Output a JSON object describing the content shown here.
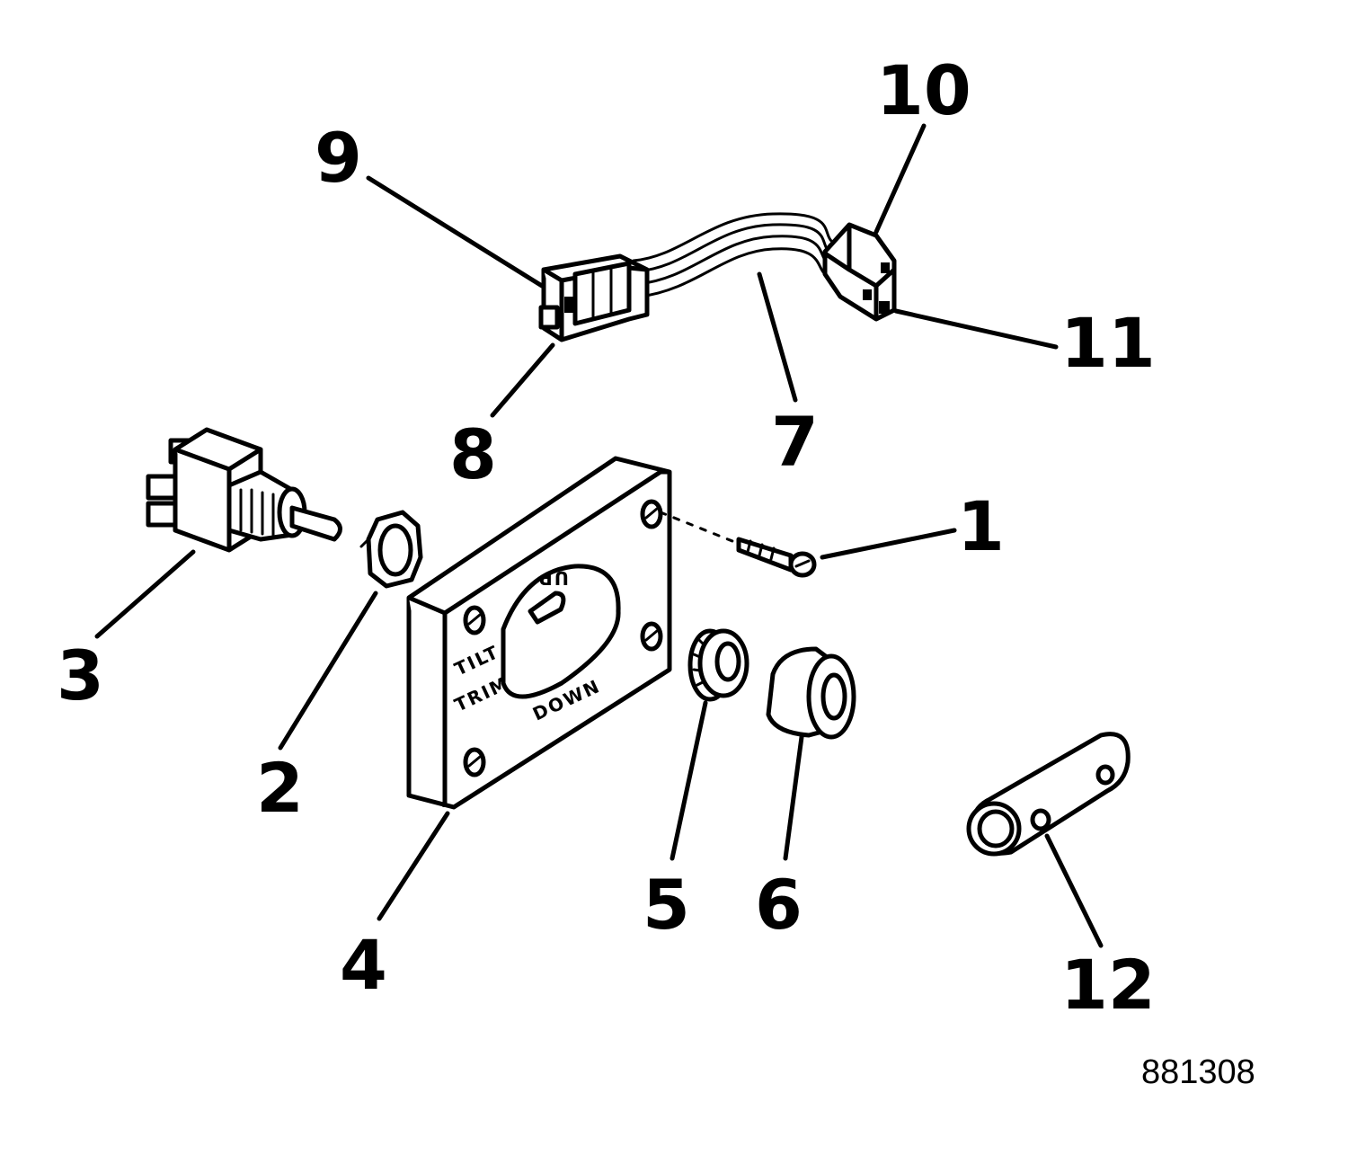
{
  "callouts": [
    {
      "id": "1",
      "text": "1"
    },
    {
      "id": "2",
      "text": "2"
    },
    {
      "id": "3",
      "text": "3"
    },
    {
      "id": "4",
      "text": "4"
    },
    {
      "id": "5",
      "text": "5"
    },
    {
      "id": "6",
      "text": "6"
    },
    {
      "id": "7",
      "text": "7"
    },
    {
      "id": "8",
      "text": "8"
    },
    {
      "id": "9",
      "text": "9"
    },
    {
      "id": "10",
      "text": "10"
    },
    {
      "id": "11",
      "text": "11"
    },
    {
      "id": "12",
      "text": "12"
    }
  ],
  "plate_markings": {
    "up": "UP",
    "down": "DOWN",
    "tilt": "TILT",
    "trim": "TRIM"
  },
  "drawing_number": "881308",
  "icons": [
    "toggle-switch-icon",
    "hex-nut-icon",
    "switch-plate-icon",
    "screw-icon",
    "knurled-nut-icon",
    "knob-boot-icon",
    "wire-harness-icon",
    "connector-icon",
    "sleeve-icon"
  ]
}
